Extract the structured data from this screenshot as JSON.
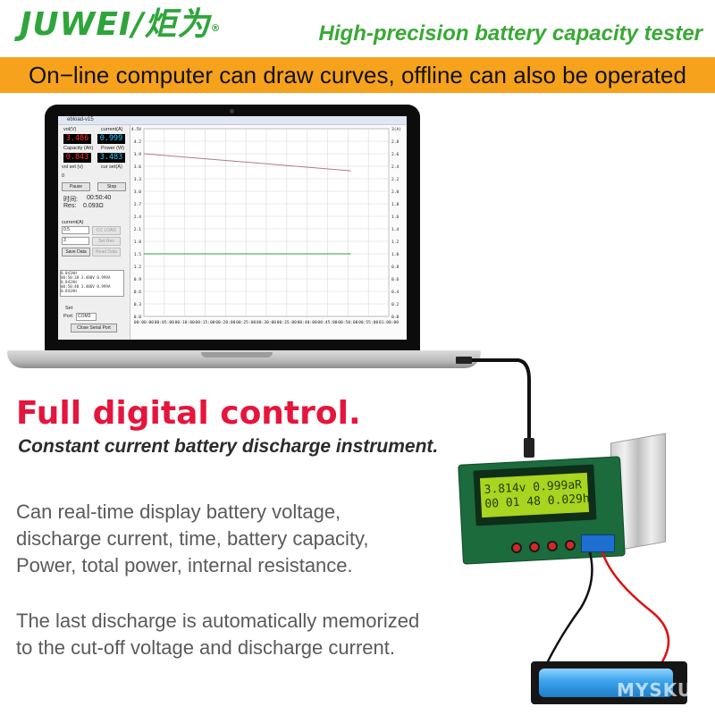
{
  "brand": {
    "logo": "JUWEI/炬为",
    "registered": "®",
    "tagline": "High-precision battery capacity tester",
    "color": "#2ea53b"
  },
  "banner": {
    "text": "On−line computer can draw curves, offline can also be operated",
    "color": "#f7a21c"
  },
  "software": {
    "window_title": "ebload-v15",
    "vol_label": "vol(V)",
    "vol_value": "3.486",
    "current_label": "current(A)",
    "current_value": "0.999",
    "capacity_label": "Capacity (Ah)",
    "capacity_value": "0.843",
    "power_label": "Power (W)",
    "power_value": "3.483",
    "vol_set_label": "vol set (v)",
    "cur_set_label": "cur set(A)",
    "vol_set_value": "0",
    "pause_label": "Pause",
    "stop_label": "Stop",
    "time_label": "时间:",
    "time_value": "00:50:40",
    "res_label": "Res:",
    "res_value": "0.093Ω",
    "current_set_label": "current(A)",
    "current_set_value": "0.5",
    "second_value": "3",
    "cc_label": "CC LOAD",
    "set_res_label": "Set Res",
    "save_data_label": "Save Data",
    "read_data_label": "Read Data",
    "log_text": "0.843AH\n00:50:38 3.488V 0.999A\n0.842AH\n00:50:40 3.486V 0.999A\n0.843AH",
    "set_label": "Set",
    "port_label": "Port",
    "port_value": "COM3",
    "close_port_label": "Close Serial Port"
  },
  "chart_data": {
    "type": "line",
    "x": [
      "00:00:00",
      "00:05:00",
      "00:10:00",
      "00:15:00",
      "00:20:00",
      "00:25:00",
      "00:30:00",
      "00:35:00",
      "00:40:00",
      "00:45:00",
      "00:50:00",
      "00:55:00",
      "01:00:00"
    ],
    "left_axis": {
      "ticks": [
        "0.0",
        "0.3",
        "0.6",
        "0.9",
        "1.2",
        "1.5",
        "1.8",
        "2.1",
        "2.4",
        "2.7",
        "3.0",
        "3.3",
        "3.6",
        "3.9",
        "4.2",
        "4.5V"
      ],
      "ylim": [
        0,
        4.5
      ]
    },
    "right_axis": {
      "ticks": [
        "0.0",
        "0.2",
        "0.4",
        "0.6",
        "0.8",
        "1.0",
        "1.2",
        "1.4",
        "1.6",
        "1.8",
        "2.0",
        "2.2",
        "2.4",
        "2.6",
        "2.8",
        "3(A)"
      ],
      "ylim": [
        0,
        3
      ]
    },
    "series": [
      {
        "color": "#b07a8a",
        "axis": "left",
        "points": [
          [
            0,
            3.9
          ],
          [
            50.7,
            3.49
          ]
        ]
      },
      {
        "color": "#2e9e46",
        "axis": "right",
        "points": [
          [
            0,
            1.0
          ],
          [
            50.7,
            1.0
          ]
        ]
      }
    ],
    "grid": true
  },
  "content": {
    "headline": "Full digital control.",
    "headline_color": "#e5153d",
    "subhead": "Constant current battery discharge instrument.",
    "para1": [
      "Can real-time display battery voltage,",
      "discharge current, time, battery capacity,",
      "Power, total power, internal resistance."
    ],
    "para2": [
      "The last discharge is automatically memorized",
      "to the cut-off voltage and discharge current."
    ]
  },
  "device": {
    "lcd_line1": "3.814v 0.999aR",
    "lcd_line2": "00 01 48  0.029h",
    "lcd_color": "#a9d41f"
  },
  "watermark": "MYSKU"
}
